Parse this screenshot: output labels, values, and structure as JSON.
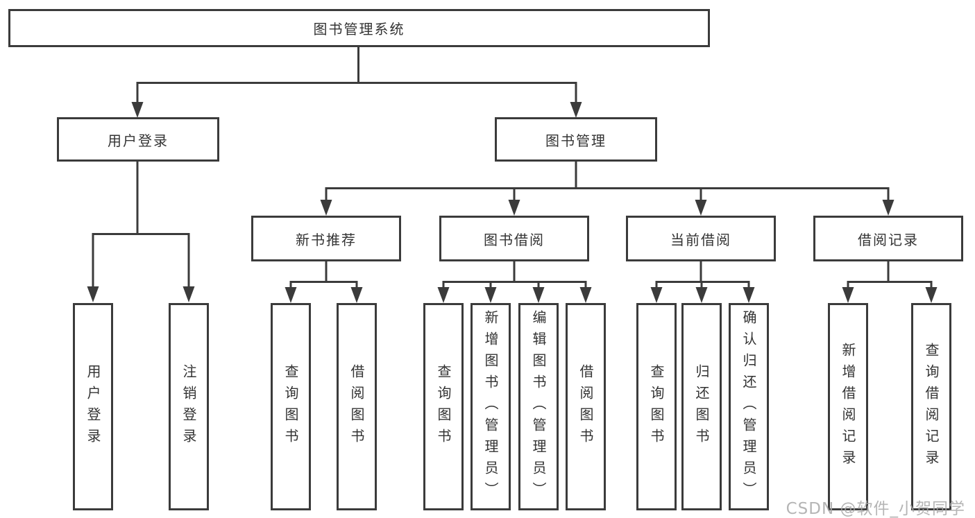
{
  "watermark": "CSDN @软件_小贺同学",
  "colors": {
    "line": "#3b3b3b",
    "text": "#333333",
    "box_background": "#ffffff",
    "watermark": "#a8a8a8"
  },
  "tree": {
    "label": "图书管理系统",
    "children": [
      {
        "label": "用户登录",
        "children": [
          {
            "label": "用户登录"
          },
          {
            "label": "注销登录"
          }
        ]
      },
      {
        "label": "图书管理",
        "children": [
          {
            "label": "新书推荐",
            "children": [
              {
                "label": "查询图书"
              },
              {
                "label": "借阅图书"
              }
            ]
          },
          {
            "label": "图书借阅",
            "children": [
              {
                "label": "查询图书"
              },
              {
                "label": "新增图书（管理员）"
              },
              {
                "label": "编辑图书（管理员）"
              },
              {
                "label": "借阅图书"
              }
            ]
          },
          {
            "label": "当前借阅",
            "children": [
              {
                "label": "查询图书"
              },
              {
                "label": "归还图书"
              },
              {
                "label": "确认归还（管理员）"
              }
            ]
          },
          {
            "label": "借阅记录",
            "children": [
              {
                "label": "新增借阅记录"
              },
              {
                "label": "查询借阅记录"
              }
            ]
          }
        ]
      }
    ]
  }
}
